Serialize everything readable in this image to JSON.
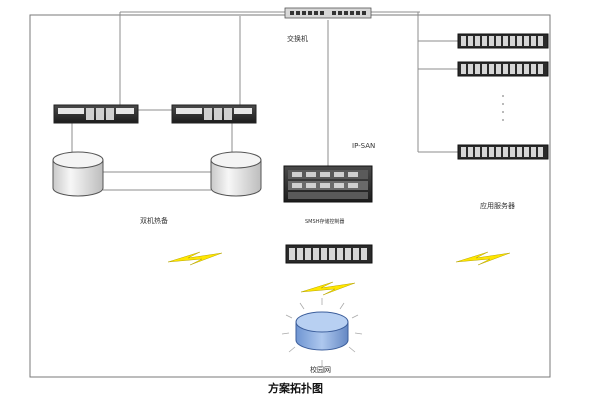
{
  "diagram": {
    "title": "方案拓扑图",
    "labels": {
      "switch": "交换机",
      "ipsan": "IP-SAN",
      "ha": "双机热备",
      "storage": "SMSH存储控制器",
      "app_servers": "应用服务器",
      "campus": "校园网"
    },
    "colors": {
      "frame": "#7a7a7a",
      "line": "#8c8c8c",
      "bolt": "#ffe600",
      "campus_fill": "#8fb1e4"
    }
  }
}
